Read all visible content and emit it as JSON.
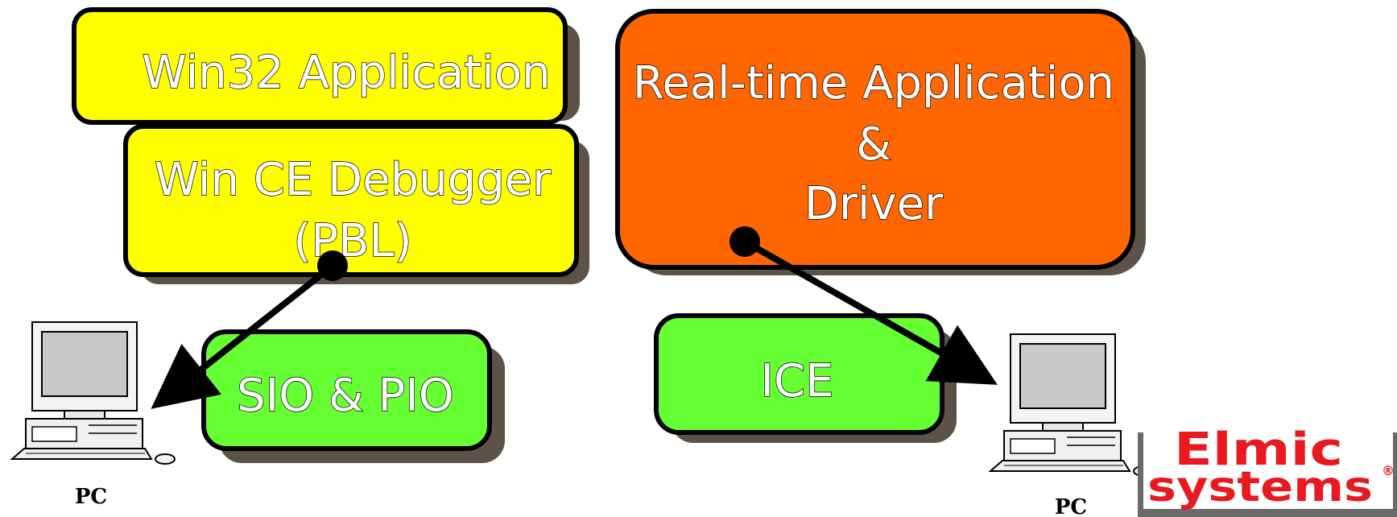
{
  "boxes": {
    "win32_app": {
      "label": "Win32 Application",
      "color": "#ffff00"
    },
    "wince_debugger": {
      "line1": "Win CE Debugger",
      "line2": "(PBL)",
      "color": "#ffff00"
    },
    "realtime_app": {
      "line1": "Real-time Application",
      "line2": "&",
      "line3": "Driver",
      "color": "#ff6600"
    },
    "sio_pio": {
      "label": "SIO & PIO",
      "color": "#66ff33"
    },
    "ice": {
      "label": "ICE",
      "color": "#66ff33"
    }
  },
  "computers": {
    "left": {
      "label": "PC"
    },
    "right": {
      "label": "PC"
    }
  },
  "logo": {
    "line1": "Elmic",
    "line2": "systems",
    "mark": "®",
    "color": "#e8191f"
  }
}
